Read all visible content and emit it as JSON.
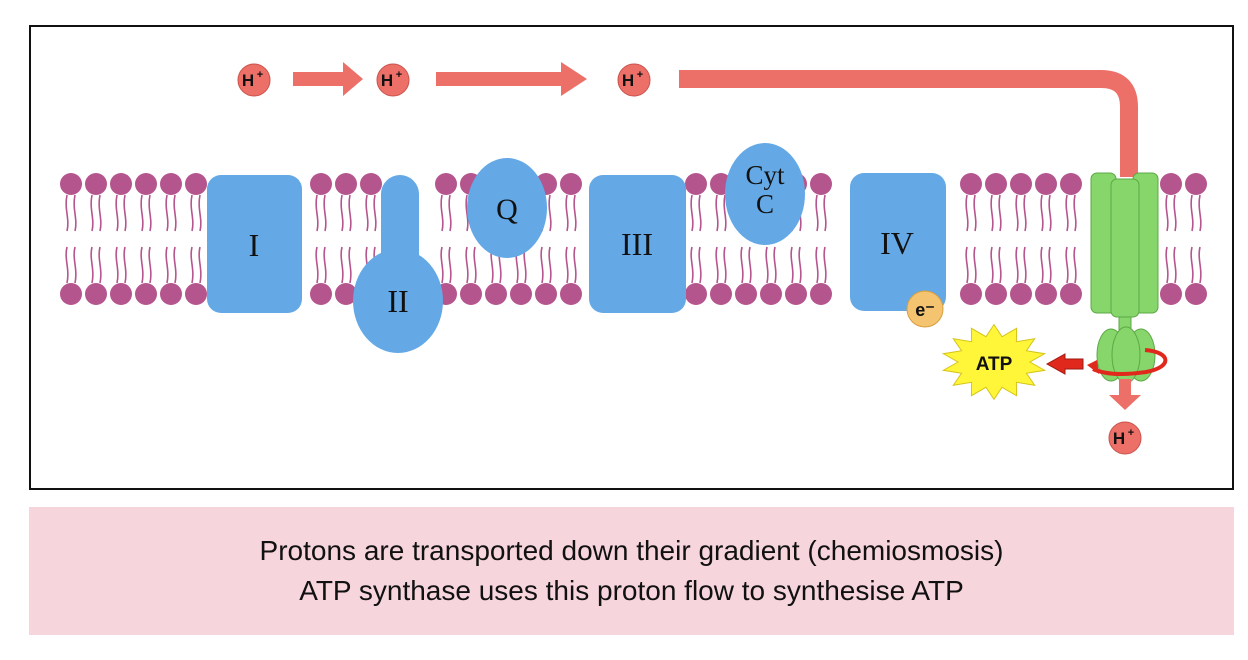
{
  "diagram": {
    "proton_label": "H",
    "proton_sup": "+",
    "complexes": [
      "I",
      "II",
      "III",
      "IV"
    ],
    "quinone_label": "Q",
    "cytochrome_label": [
      "Cyt",
      "C"
    ],
    "electron_label": "e⁻",
    "atp_label": "ATP",
    "colors": {
      "membrane_head": "#b5558e",
      "membrane_tail": "#b5558e",
      "protein": "#64a9e6",
      "proton": "#ec7068",
      "arrow": "#ec7068",
      "synthase": "#86d66b",
      "electron": "#f4c470",
      "atp_star": "#fff63a",
      "red_arrow": "#e0281c"
    }
  },
  "caption": {
    "line1": "Protons are transported down their gradient (chemiosmosis)",
    "line2": "ATP synthase uses this proton flow to synthesise ATP"
  }
}
